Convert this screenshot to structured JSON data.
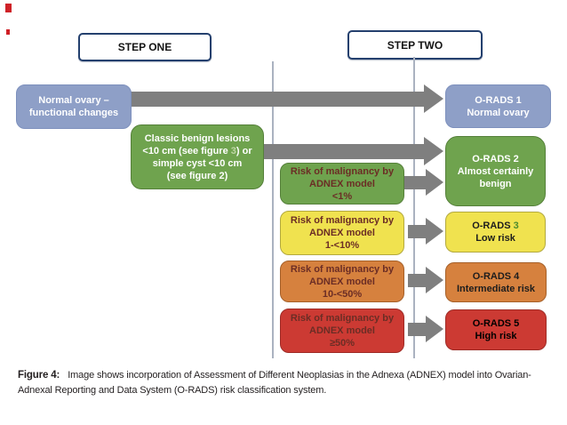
{
  "palette": {
    "blue": "#8e9fc7",
    "green": "#6fa34e",
    "yellow": "#f0e24f",
    "orange": "#d6813e",
    "red": "#cc3a33",
    "arrow_gray": "#7f7f7f",
    "step_border_navy": "#24406e",
    "risk_text_maroon": "#6b2d25",
    "figure_link_green": "#4c8a2e"
  },
  "steps": {
    "one": "STEP ONE",
    "two": "STEP TWO"
  },
  "left_boxes": {
    "normal_ovary": {
      "line1": "Normal ovary –",
      "line2": "functional changes"
    },
    "classic_benign": {
      "line1": "Classic benign lesions",
      "line2_pre": "<10 cm (see figure ",
      "line2_num": "3",
      "line2_post": ") or",
      "line3": "simple cyst <10 cm",
      "line4": "(see figure 2)"
    }
  },
  "risk_boxes": [
    {
      "line1": "Risk of malignancy by",
      "line2": "ADNEX model",
      "line3": "<1%",
      "color": "green"
    },
    {
      "line1": "Risk of malignancy by",
      "line2": "ADNEX model",
      "line3": "1-<10%",
      "color": "yellow"
    },
    {
      "line1": "Risk of malignancy by",
      "line2": "ADNEX model",
      "line3": "10-<50%",
      "color": "orange"
    },
    {
      "line1": "Risk of malignancy by",
      "line2": "ADNEX model",
      "line3": "≥50%",
      "color": "red"
    }
  ],
  "orads_boxes": [
    {
      "title": "O-RADS 1",
      "subtitle": "Normal ovary",
      "color": "blue"
    },
    {
      "title": "O-RADS 2",
      "subtitle": "Almost certainly\nbenign",
      "color": "green"
    },
    {
      "title_prefix": "O-RADS ",
      "title_number": "3",
      "subtitle": "Low risk",
      "color": "yellow"
    },
    {
      "title": "O-RADS 4",
      "subtitle": "Intermediate risk",
      "color": "orange"
    },
    {
      "title": "O-RADS 5",
      "subtitle": "High risk",
      "color": "red"
    }
  ],
  "caption": {
    "label": "Figure 4:",
    "line1": "Image shows incorporation of Assessment of Different Neoplasias in the Adnexa (ADNEX) model into Ovarian-",
    "line2": "Adnexal Reporting and Data System (O-RADS) risk classification system."
  }
}
